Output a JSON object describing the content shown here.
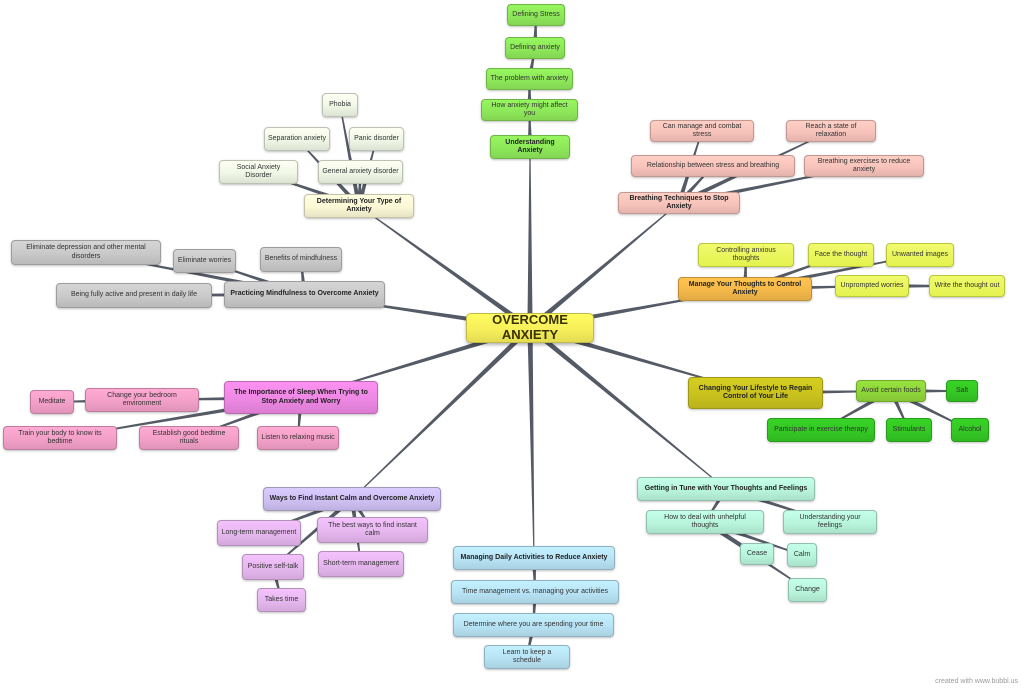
{
  "root": {
    "label": "OVERCOME ANXIETY"
  },
  "branches": [
    {
      "label": "Understanding Anxiety",
      "children": [
        "How anxiety might affect you",
        "The problem with anxiety",
        "Defining anxiety",
        "Defining Stress"
      ]
    },
    {
      "label": "Breathing Techniques to Stop Anxiety",
      "children": [
        "Relationship between stress and breathing",
        "Breathing exercises to reduce anxiety",
        "Can manage and combat stress",
        "Reach a state of relaxation"
      ]
    },
    {
      "label": "Manage Your Thoughts to Control Anxiety",
      "children": [
        "Controlling anxious thoughts",
        "Face the thought",
        "Unwanted images",
        "Unprompted worries",
        "Write the thought out"
      ]
    },
    {
      "label": "Changing Your Lifestyle to Regain Control of Your Life",
      "children": [
        "Avoid certain foods",
        "Salt",
        "Participate in exercise therapy",
        "Stimulants",
        "Alcohol"
      ]
    },
    {
      "label": "Getting in Tune with Your Thoughts and Feelings",
      "children": [
        "How to deal with unhelpful thoughts",
        "Understanding your feelings",
        "Cease",
        "Calm",
        "Change"
      ]
    },
    {
      "label": "Managing Daily Activities to Reduce Anxiety",
      "children": [
        "Time management vs. managing your activities",
        "Determine where you are spending your time",
        "Learn to keep a schedule"
      ]
    },
    {
      "label": "Ways to Find Instant Calm and Overcome Anxiety",
      "children": [
        "Long-term management",
        "The best ways to find instant calm",
        "Positive self-talk",
        "Short-term management",
        "Takes time"
      ]
    },
    {
      "label": "The Importance of Sleep When Trying to Stop Anxiety and Worry",
      "children": [
        "Change your bedroom environment",
        "Meditate",
        "Train your body to know its bedtime",
        "Establish good bedtime rituals",
        "Listen to relaxing music"
      ]
    },
    {
      "label": "Practicing Mindfulness to Overcome Anxiety",
      "children": [
        "Eliminate depression and other mental disorders",
        "Eliminate worries",
        "Benefits of mindfulness",
        "Being fully active and present in daily life"
      ]
    },
    {
      "label": "Determining Your Type of Anxiety",
      "children": [
        "General anxiety disorder",
        "Social Anxiety Disorder",
        "Separation anxiety",
        "Phobia",
        "Panic disorder"
      ]
    }
  ],
  "colors": {
    "root": "#f7ef5a",
    "understanding": "#8ee85a",
    "breathing": "#f7c3bb",
    "thoughts": "#f5b94a",
    "lifestyle": "#c9c21e",
    "foods": "#34c824",
    "tune": "#b9f5dd",
    "daily": "#b8e3f5",
    "calm": "#cfc0f3",
    "calm_children": "#e6b7ef",
    "sleep": "#ee88e4",
    "sleep_children": "#f3a0c8",
    "mindfulness": "#c9c9c9",
    "type": "#fbf8d5",
    "type_children": "#f0f7e6",
    "lines": "#555b66"
  },
  "footer": "created with www.bubbl.us"
}
